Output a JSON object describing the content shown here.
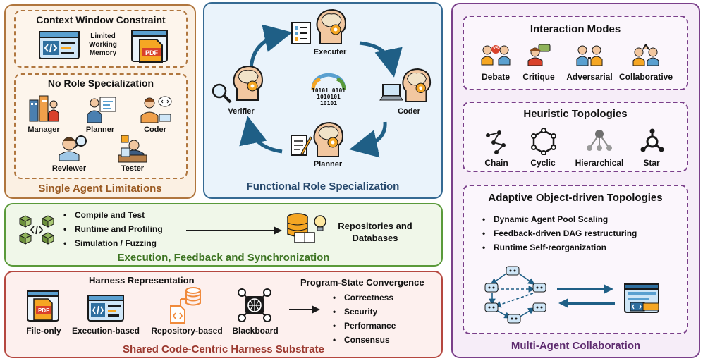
{
  "single_agent": {
    "title": "Single Agent Limitations",
    "context": {
      "title": "Context Window Constraint",
      "memory_label_lines": [
        "Limited",
        "Working",
        "Memory"
      ],
      "pdf_text": "PDF"
    },
    "no_role": {
      "title": "No Role Specialization",
      "roles": [
        "Manager",
        "Planner",
        "Coder",
        "Reviewer",
        "Tester"
      ]
    }
  },
  "functional": {
    "title": "Functional Role Specialization",
    "roles": [
      "Executer",
      "Coder",
      "Planner",
      "Verifier"
    ],
    "binary_lines": [
      "10101 0101",
      "1010101",
      "10101"
    ]
  },
  "execution": {
    "title": "Execution, Feedback and Synchronization",
    "items": [
      "Compile and Test",
      "Runtime and Profiling",
      "Simulation / Fuzzing"
    ],
    "target_lines": [
      "Repositories and",
      "Databases"
    ]
  },
  "harness": {
    "title": "Shared Code-Centric Harness Substrate",
    "representation_title": "Harness Representation",
    "representations": [
      "File-only",
      "Execution-based",
      "Repository-based",
      "Blackboard"
    ],
    "convergence_title": "Program-State Convergence",
    "convergence_items": [
      "Correctness",
      "Security",
      "Performance",
      "Consensus"
    ],
    "pdf_text": "PDF"
  },
  "multi_agent": {
    "title": "Multi-Agent Collaboration",
    "interaction": {
      "title": "Interaction Modes",
      "modes": [
        "Debate",
        "Critique",
        "Adversarial",
        "Collaborative"
      ],
      "vs_text": "VS"
    },
    "heuristic": {
      "title": "Heuristic Topologies",
      "topologies": [
        "Chain",
        "Cyclic",
        "Hierarchical",
        "Star"
      ]
    },
    "adaptive": {
      "title": "Adaptive Object-driven Topologies",
      "items": [
        "Dynamic Agent Pool Scaling",
        "Feedback-driven DAG restructuring",
        "Runtime Self-reorganization"
      ]
    }
  },
  "colors": {
    "single_border": "#b0763e",
    "single_bg": "#fbf0e3",
    "single_title": "#9a5a22",
    "functional_border": "#356a93",
    "functional_bg": "#eaf3fb",
    "functional_title": "#27496d",
    "execution_border": "#5a9a3a",
    "execution_bg": "#f0f7e9",
    "execution_title": "#3d7422",
    "harness_border": "#b5473f",
    "harness_bg": "#fdf0ee",
    "harness_title": "#9c3a30",
    "multi_border": "#7a3f8a",
    "multi_bg": "#f6edf8",
    "multi_title": "#5e2b6f",
    "arrow_blue": "#1f5f86",
    "code_blue": "#5aa0d0",
    "pdf_orange": "#f5a623"
  }
}
